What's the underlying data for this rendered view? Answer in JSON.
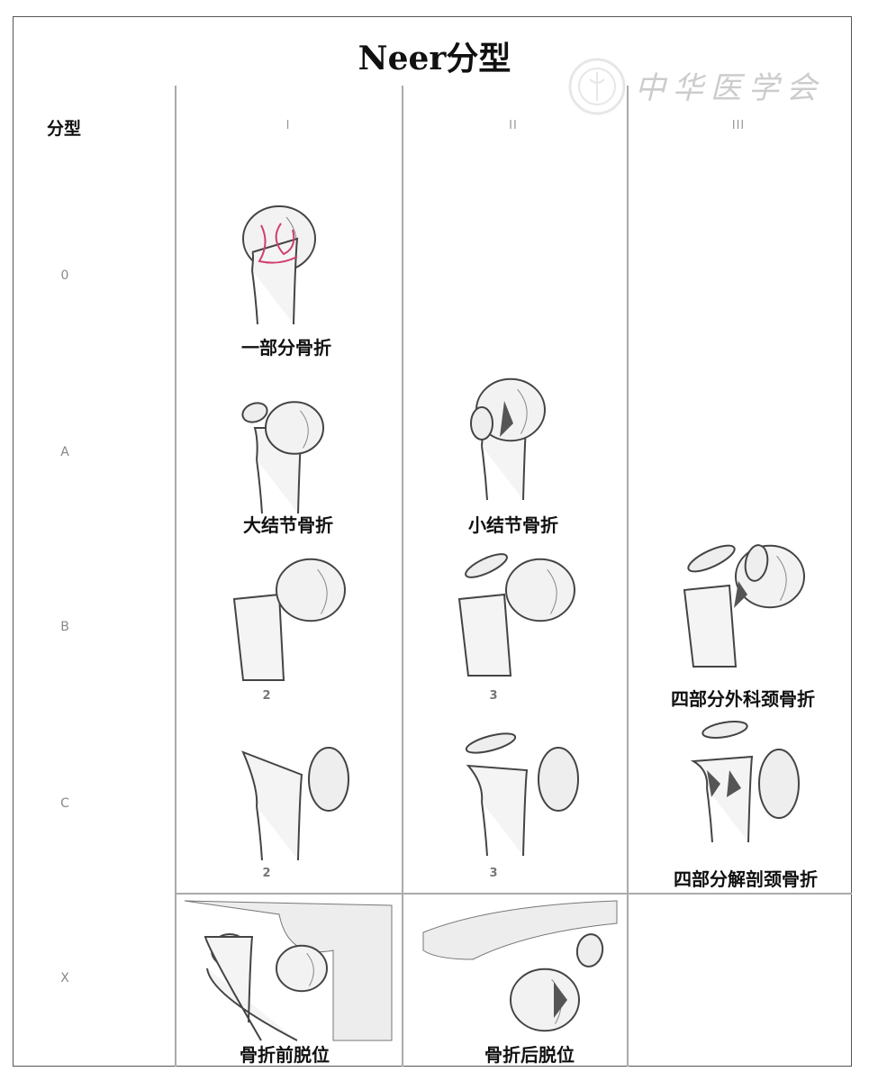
{
  "title": "Neer分型",
  "watermark": {
    "text": "中华医学会",
    "logo": "chinese-medical-association-seal"
  },
  "row_header": "分型",
  "columns": [
    "I",
    "II",
    "III"
  ],
  "rows": [
    "0",
    "A",
    "B",
    "C",
    "X"
  ],
  "cells": {
    "r0c1": {
      "caption": "一部分骨折"
    },
    "rAc1": {
      "caption": "大结节骨折"
    },
    "rAc2": {
      "caption": "小结节骨折"
    },
    "rBc1": {
      "caption": "2"
    },
    "rBc2": {
      "caption": "3"
    },
    "rBc3": {
      "caption": "四部分外科颈骨折"
    },
    "rCc1": {
      "caption": "2"
    },
    "rCc2": {
      "caption": "3"
    },
    "rCc3": {
      "caption": "四部分解剖颈骨折"
    },
    "rXc1": {
      "caption": "骨折前脱位"
    },
    "rXc2": {
      "caption": "骨折后脱位"
    }
  },
  "colors": {
    "fracture_line": "#d04070",
    "bone_stroke": "#444",
    "shade": "#888"
  }
}
